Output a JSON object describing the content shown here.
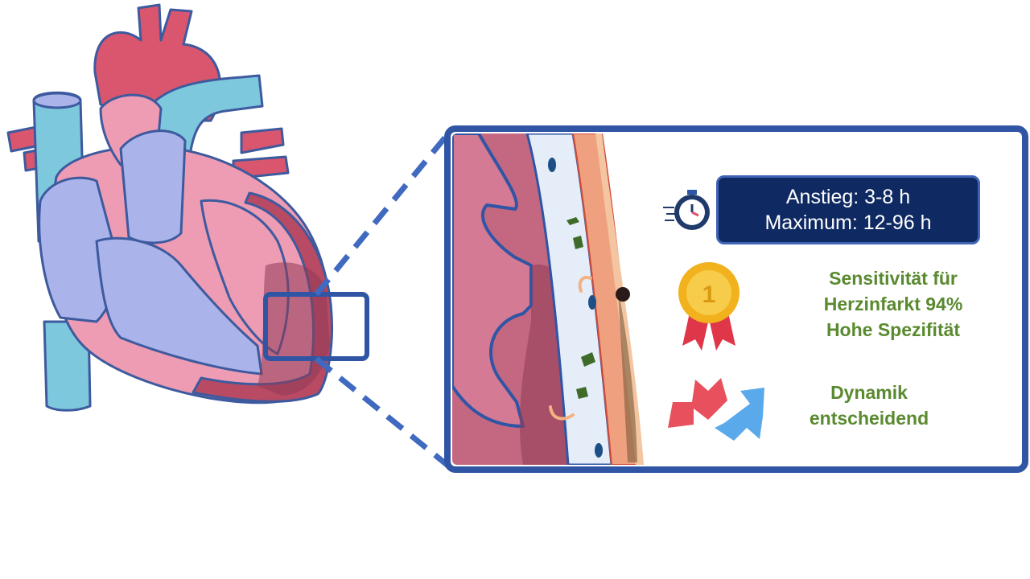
{
  "info_box": {
    "line1": "Anstieg: 3-8 h",
    "line2": "Maximum: 12-96 h"
  },
  "sensitivity": {
    "line1": "Sensitivität für",
    "line2": "Herzinfarkt 94%",
    "line3": "Hohe Spezifität"
  },
  "dynamics": {
    "line1": "Dynamik",
    "line2": "entscheidend"
  },
  "medal": {
    "number": "1"
  },
  "icons": [
    "stopwatch-icon",
    "medal-icon",
    "arrows-icon"
  ],
  "colors": {
    "frame": "#2f55a4",
    "info_box_bg": "#0f2a63",
    "green_text": "#5a8a2f",
    "heart_red": "#d9566e",
    "heart_pink": "#ee9cb3",
    "vessel_blue": "#7ec8de",
    "chamber_lavender": "#aab3ea"
  }
}
